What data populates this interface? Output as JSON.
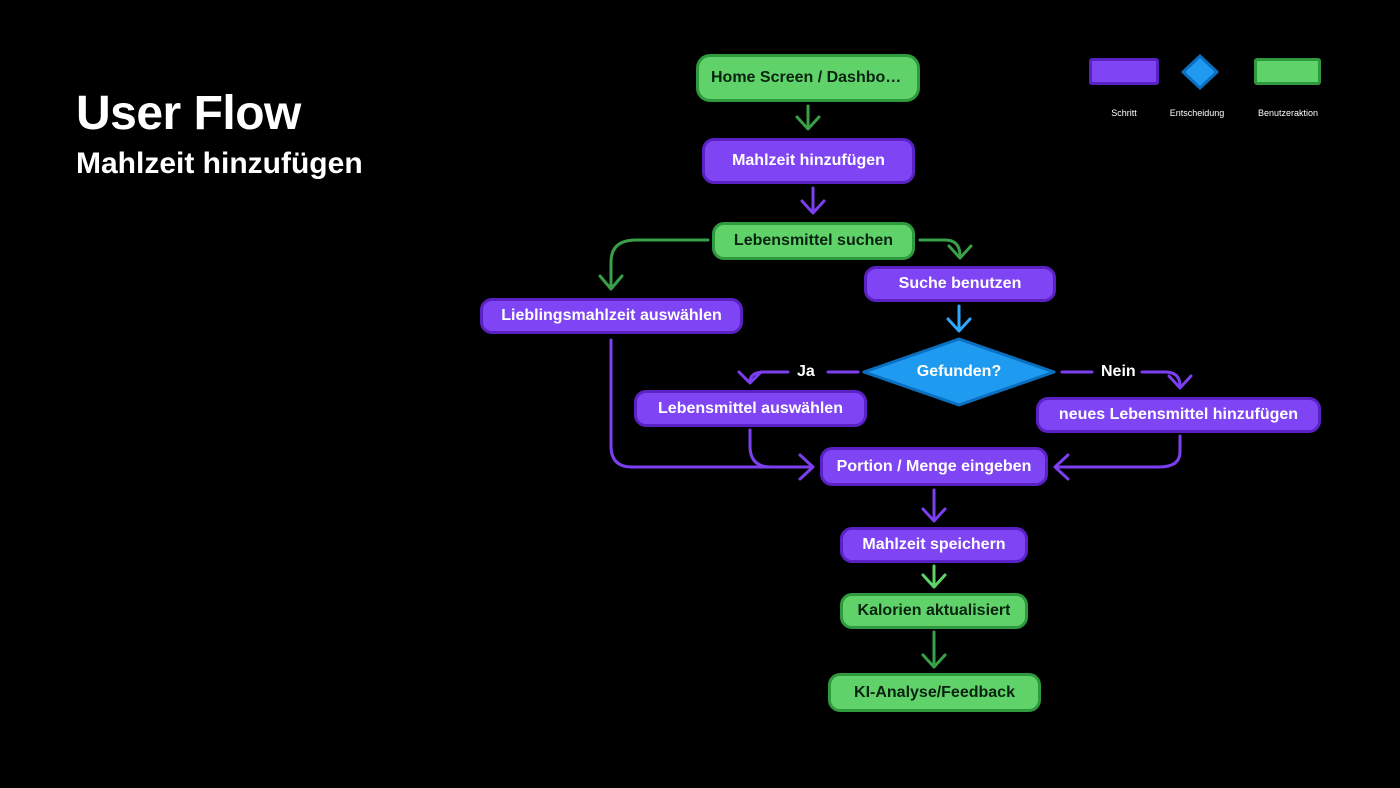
{
  "header": {
    "title": "User Flow",
    "subtitle": "Mahlzeit hinzufügen"
  },
  "legend": {
    "step": "Schritt",
    "decision": "Entscheidung",
    "action": "Benutzeraktion"
  },
  "nodes": {
    "home": "Home Screen / Dashboard",
    "add_meal": "Mahlzeit hinzufügen",
    "search_food": "Lebensmittel suchen",
    "use_search": "Suche benutzen",
    "favorite": "Lieblingsmahlzeit auswählen",
    "found": "Gefunden?",
    "select_food": "Lebensmittel auswählen",
    "new_food": "neues Lebensmittel hinzufügen",
    "portion": "Portion / Menge eingeben",
    "save_meal": "Mahlzeit speichern",
    "calories": "Kalorien aktualisiert",
    "ai": "KI-Analyse/Feedback"
  },
  "edges": {
    "yes": "Ja",
    "no": "Nein"
  },
  "colors": {
    "step": "#7f45f5",
    "step_border": "#5a22c4",
    "action": "#5fd36a",
    "action_border": "#2e9a3d",
    "decision": "#1e9bf0",
    "edge_purple": "#7c3ff0",
    "edge_green": "#3aa047",
    "edge_blue": "#2fa8ff"
  }
}
